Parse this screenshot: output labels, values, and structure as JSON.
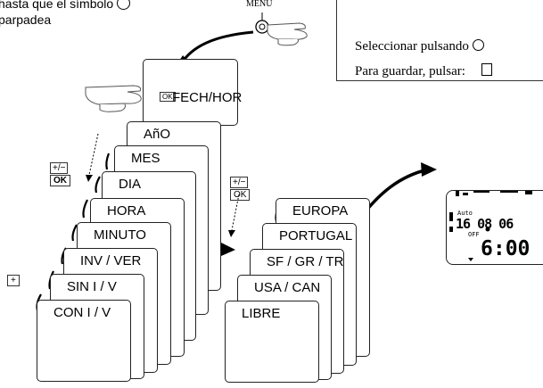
{
  "intro": {
    "line1": "hasta que el símbolo",
    "line2": "parpadea"
  },
  "menu_label": "MENU",
  "legend": {
    "select_text": "Seleccionar pulsando",
    "save_text": "Para guardar, pulsar:"
  },
  "first_card": {
    "ok_key": "OK",
    "label": "FECH/HOR"
  },
  "left_stack": [
    "AñO",
    "MES",
    "DIA",
    "HORA",
    "MINUTO",
    "INV / VER",
    "SIN I / V",
    "CON I / V"
  ],
  "left_keys": {
    "plus_minus": "+/−",
    "ok": "OK",
    "plus": "+"
  },
  "right_stack": [
    "EUROPA",
    "PORTUGAL",
    "SF / GR / TR",
    "USA / CAN",
    "LIBRE"
  ],
  "right_keys": {
    "plus_minus": "+/−",
    "ok": "OK"
  },
  "display": {
    "mode": "Auto",
    "date": "16 08 06",
    "status": "OFF",
    "time": "6:00"
  },
  "colors": {
    "line": "#000000",
    "card_border": "#222222",
    "background": "#ffffff"
  }
}
